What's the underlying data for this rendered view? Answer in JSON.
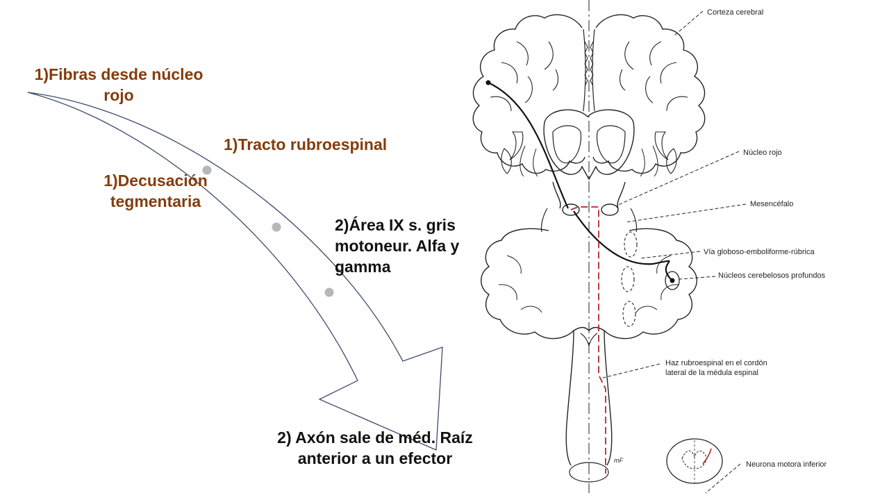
{
  "colors": {
    "label_brown": "#843c0c",
    "label_black": "#111111",
    "arrow_stroke": "#3c4a6e",
    "tract_red": "#b0282c",
    "dot_gray": "#b5b7bc"
  },
  "left_labels": {
    "fibras": "1)Fibras desde núcleo rojo",
    "tracto": "1)Tracto rubroespinal",
    "decusacion": "1)Decusación tegmentaria",
    "area": "2)Área IX s. gris motoneur. Alfa y gamma",
    "axon": "2) Axón sale de méd. Raíz anterior a un efector"
  },
  "diagram_labels": {
    "corteza": "Corteza cerebral",
    "nucleo_rojo": "Núcleo rojo",
    "mesencefalo": "Mesencéfalo",
    "via": "Vía globoso-emboliforme-rúbrica",
    "nucleos_cerebelosos": "Núcleos cerebelosos profundos",
    "haz_line1": "Haz rubroespinal en el cordón",
    "haz_line2": "lateral de la médula espinal",
    "neurona": "Neurona motora inferior",
    "signature": "mF"
  }
}
